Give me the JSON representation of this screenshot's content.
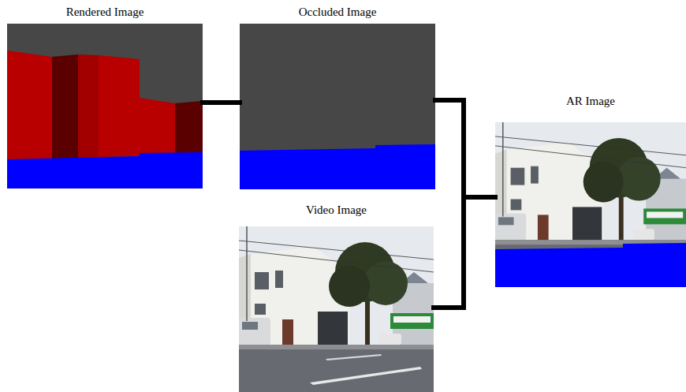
{
  "diagram": {
    "nodes": [
      {
        "text": [
          "Rendered Image"
        ]
      },
      {
        "text": [
          "Occluded Image"
        ]
      },
      {
        "text": [
          "Video Image"
        ]
      },
      {
        "text": [
          "AR Image"
        ]
      }
    ],
    "edges": [
      {
        "from": 0,
        "to": 1,
        "arrow": "none"
      },
      {
        "from": 1,
        "to": 3,
        "arrow": "none"
      },
      {
        "from": 2,
        "to": 3,
        "arrow": "none"
      }
    ]
  }
}
